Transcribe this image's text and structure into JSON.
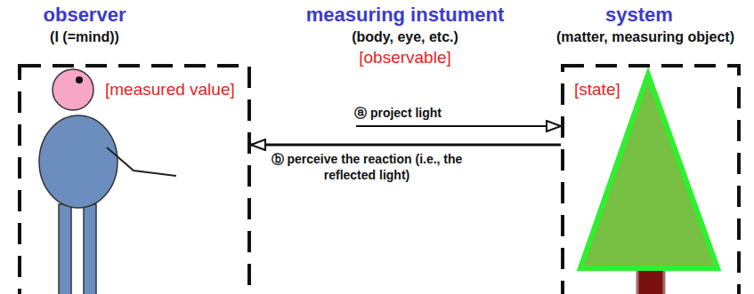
{
  "diagram": {
    "nodes": [
      {
        "text": [
          "observer",
          "(I (=mind))",
          "[measured value]"
        ]
      },
      {
        "text": [
          "measuring instument",
          "(body, eye, etc.)",
          "[observable]"
        ]
      },
      {
        "text": [
          "system",
          "(matter, measuring object)",
          "[state]"
        ]
      }
    ],
    "edges": [
      {
        "from": 1,
        "to": 2,
        "arrow": "to",
        "label": "ⓐ project light"
      },
      {
        "from": 2,
        "to": 0,
        "arrow": "to",
        "label": "ⓑ perceive the reaction (i.e., the reflected light)"
      }
    ]
  }
}
